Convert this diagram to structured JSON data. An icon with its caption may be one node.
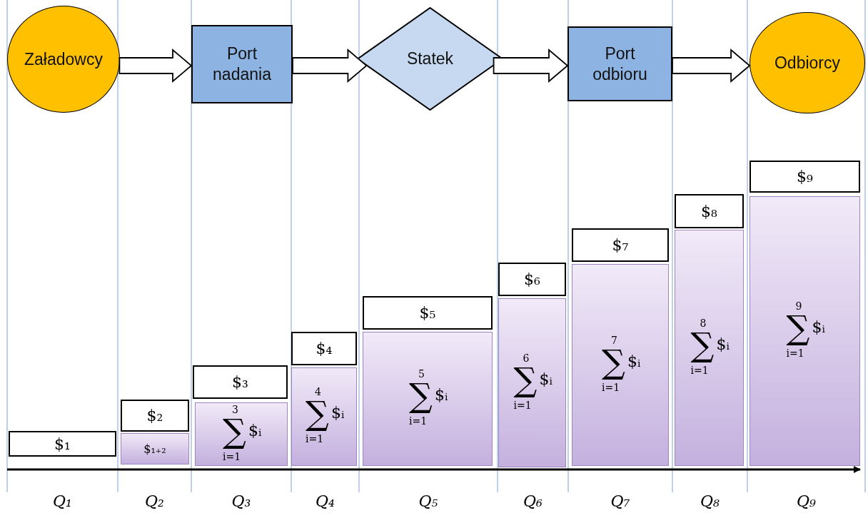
{
  "diagram": {
    "nodes": [
      {
        "text": [
          "Załadowcy"
        ]
      },
      {
        "text": [
          "Port nadania"
        ]
      },
      {
        "text": [
          "Statek"
        ]
      },
      {
        "text": [
          "Port odbioru"
        ]
      },
      {
        "text": [
          "Odbiorcy"
        ]
      },
      {
        "text": [
          "$₁"
        ]
      },
      {
        "text": [
          "$₂"
        ]
      },
      {
        "text": [
          "$₁₊₂"
        ]
      },
      {
        "text": [
          "$₃"
        ]
      },
      {
        "text": [
          "3",
          "∑",
          "$ᵢ",
          "i=1"
        ]
      },
      {
        "text": [
          "$₄"
        ]
      },
      {
        "text": [
          "4",
          "∑",
          "$ᵢ",
          "i=1"
        ]
      },
      {
        "text": [
          "$₅"
        ]
      },
      {
        "text": [
          "5",
          "∑",
          "$ᵢ",
          "i=1"
        ]
      },
      {
        "text": [
          "$₆"
        ]
      },
      {
        "text": [
          "6",
          "∑",
          "$ᵢ",
          "i=1"
        ]
      },
      {
        "text": [
          "$₇"
        ]
      },
      {
        "text": [
          "7",
          "∑",
          "$ᵢ",
          "i=1"
        ]
      },
      {
        "text": [
          "$₈"
        ]
      },
      {
        "text": [
          "8",
          "∑",
          "$ᵢ",
          "i=1"
        ]
      },
      {
        "text": [
          "$₉"
        ]
      },
      {
        "text": [
          "9",
          "∑",
          "$ᵢ",
          "i=1"
        ]
      }
    ],
    "edges": [
      {
        "from": 0,
        "to": 1,
        "arrow": "to"
      },
      {
        "from": 1,
        "to": 2,
        "arrow": "to"
      },
      {
        "from": 2,
        "to": 3,
        "arrow": "to"
      },
      {
        "from": 3,
        "to": 4,
        "arrow": "to"
      }
    ],
    "labels": [
      "Q₁",
      "Q₂",
      "Q₃",
      "Q₄",
      "Q₅",
      "Q₆",
      "Q₇",
      "Q₈",
      "Q₉"
    ]
  }
}
